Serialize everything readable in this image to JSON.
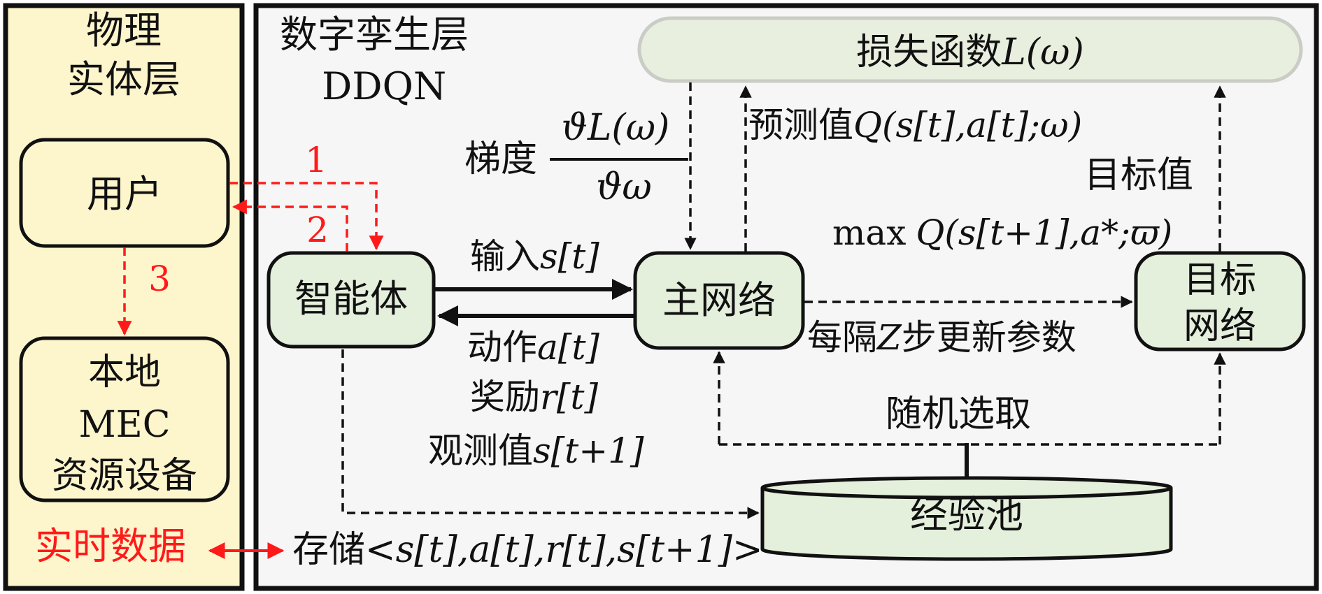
{
  "colors": {
    "phys_bg": "#fdf5cc",
    "twin_bg": "#f6f6f6",
    "box_green": "#e4efdc",
    "loss_bg": "#e8efdf",
    "red": "#ff1a1a",
    "black": "#111111"
  },
  "physical": {
    "title_line1": "物理",
    "title_line2": "实体层",
    "user": "用户",
    "mec_line1": "本地",
    "mec_line2": "MEC",
    "mec_line3": "资源设备",
    "realtime": "实时数据"
  },
  "edges_red": {
    "n1": "1",
    "n2": "2",
    "n3": "3"
  },
  "twin": {
    "title": "数字孪生层",
    "subtitle": "DDQN",
    "loss_prefix": "损失函数",
    "loss_fn": "L(ω)",
    "gradient": "梯度",
    "grad_num": "ϑL(ω)",
    "grad_den": "ϑω",
    "predicted_prefix": "预测值",
    "predicted_expr": "Q(s[t],a[t];ω)",
    "target_value": "目标值",
    "target_max": "max",
    "target_expr": "Q(s[t+1],a*;ϖ)",
    "agent": "智能体",
    "main_net": "主网络",
    "target_net_line1": "目标",
    "target_net_line2": "网络",
    "input_prefix": "输入",
    "input_expr": "s[t]",
    "action_prefix": "动作",
    "action_expr": "a[t]",
    "reward_prefix": "奖励",
    "reward_expr": "r[t]",
    "obs_prefix": "观测值",
    "obs_expr": "s[t+1]",
    "update_prefix": "每隔",
    "update_var": "Z",
    "update_suffix": "步更新参数",
    "sample": "随机选取",
    "replay": "经验池",
    "store_prefix": "存储",
    "store_expr": "<s[t],a[t],r[t],s[t+1]>"
  }
}
